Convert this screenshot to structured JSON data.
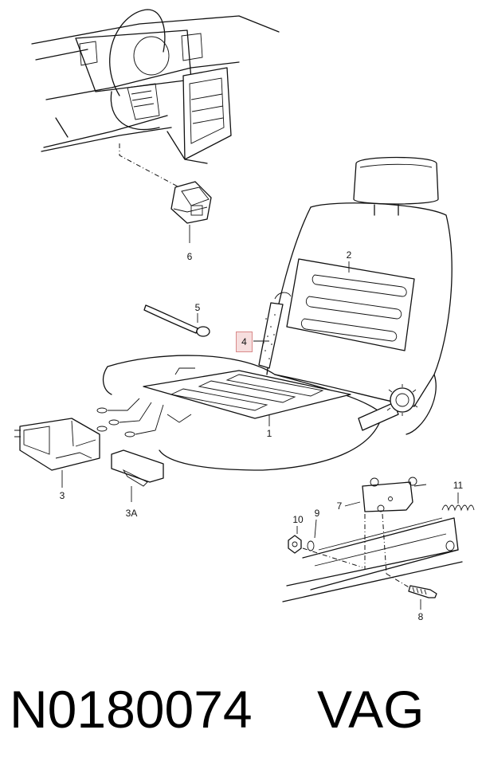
{
  "parts": {
    "p1": "1",
    "p2": "2",
    "p3": "3",
    "p3a": "3A",
    "p4": "4",
    "p5": "5",
    "p6": "6",
    "p7": "7",
    "p8": "8",
    "p9": "9",
    "p10": "10",
    "p11": "11"
  },
  "highlighted_part": "4",
  "footer": {
    "part_number": "N0180074",
    "brand": "VAG"
  }
}
